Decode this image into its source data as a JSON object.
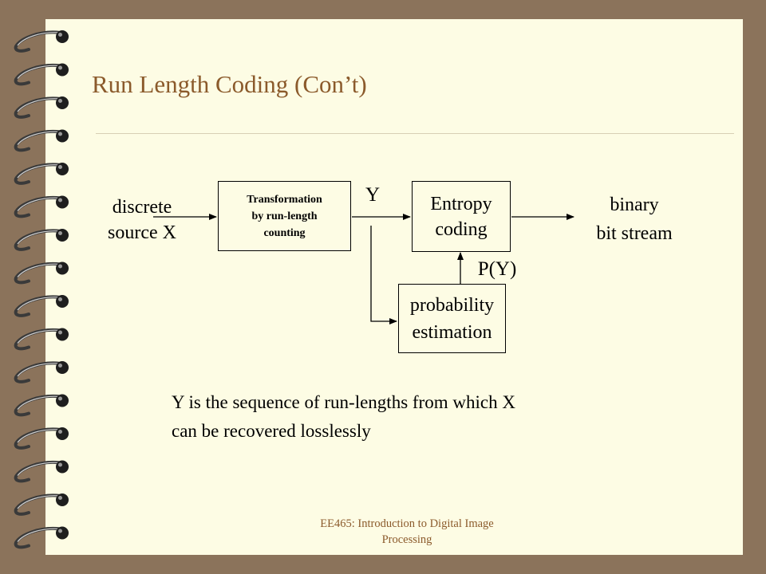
{
  "slide": {
    "title": "Run Length Coding (Con’t)",
    "diagram": {
      "input_label_line1": "discrete",
      "input_label_line2": "source X",
      "transform_box_line1": "Transformation",
      "transform_box_line2": "by run-length",
      "transform_box_line3": "counting",
      "y_label": "Y",
      "entropy_box_line1": "Entropy",
      "entropy_box_line2": "coding",
      "output_label_line1": "binary",
      "output_label_line2": "bit stream",
      "py_label": "P(Y)",
      "probability_box_line1": "probability",
      "probability_box_line2": "estimation"
    },
    "body_line1": "Y is the sequence of run-lengths from which X",
    "body_line2": "can be recovered losslessly",
    "footer_line1": "EE465: Introduction to Digital Image",
    "footer_line2": "Processing"
  },
  "colors": {
    "background": "#8b735b",
    "page": "#fdfce4",
    "title": "#8b5a2b",
    "ring": "#3a3a3a"
  },
  "decor": {
    "binding_icon": "spiral-binding-icon",
    "ring_count": 16
  }
}
